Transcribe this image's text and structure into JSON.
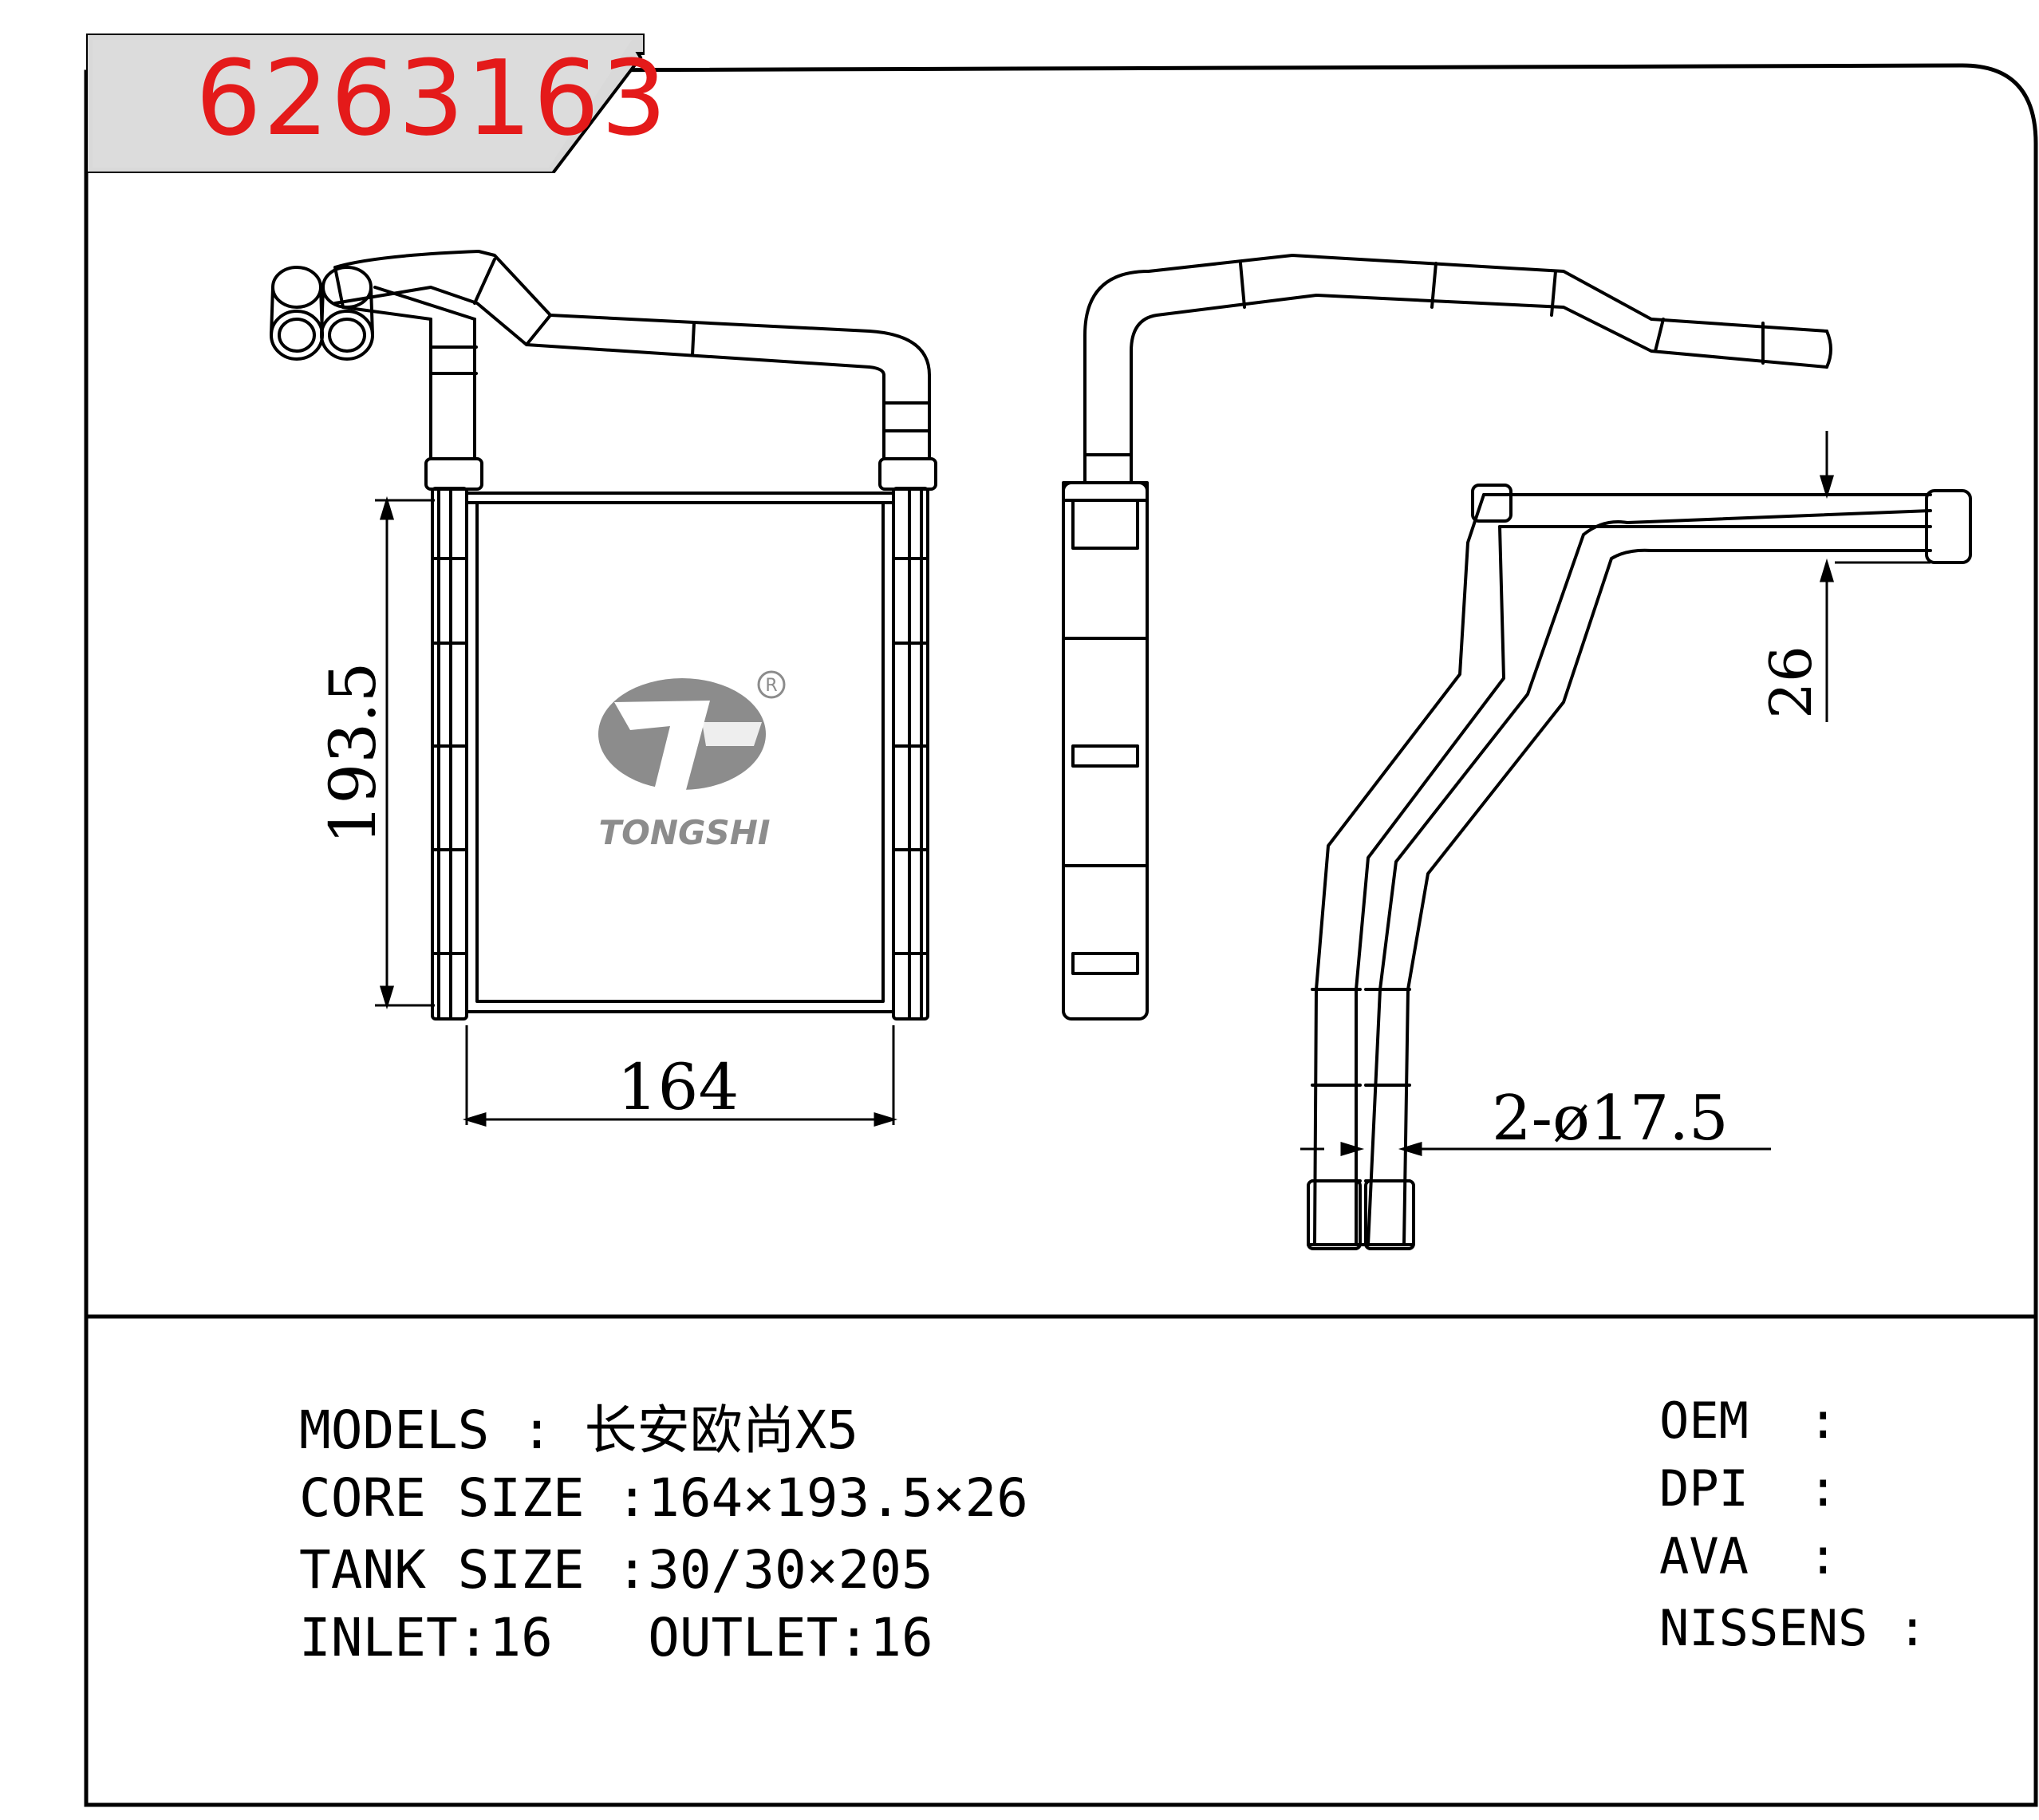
{
  "part_number": "6263163",
  "dimensions": {
    "height": "193.5",
    "width": "164",
    "thickness": "26",
    "pipes": "2-ø17.5"
  },
  "brand": {
    "name": "TONGSHI",
    "registered": "R"
  },
  "specs": {
    "models": "MODELS : 长安欧尚X5",
    "core_size": "CORE SIZE :164×193.5×26",
    "tank_size": "TANK SIZE :30/30×205",
    "inlet_outlet": "INLET:16   OUTLET:16"
  },
  "references": {
    "oem": "OEM  :",
    "dpi": "DPI  :",
    "ava": "AVA  :",
    "nissens": "NISSENS :"
  },
  "colors": {
    "part_number": "#e41a1a",
    "tag_fill": "#d9d9d9",
    "logo": "#8c8c8c"
  }
}
